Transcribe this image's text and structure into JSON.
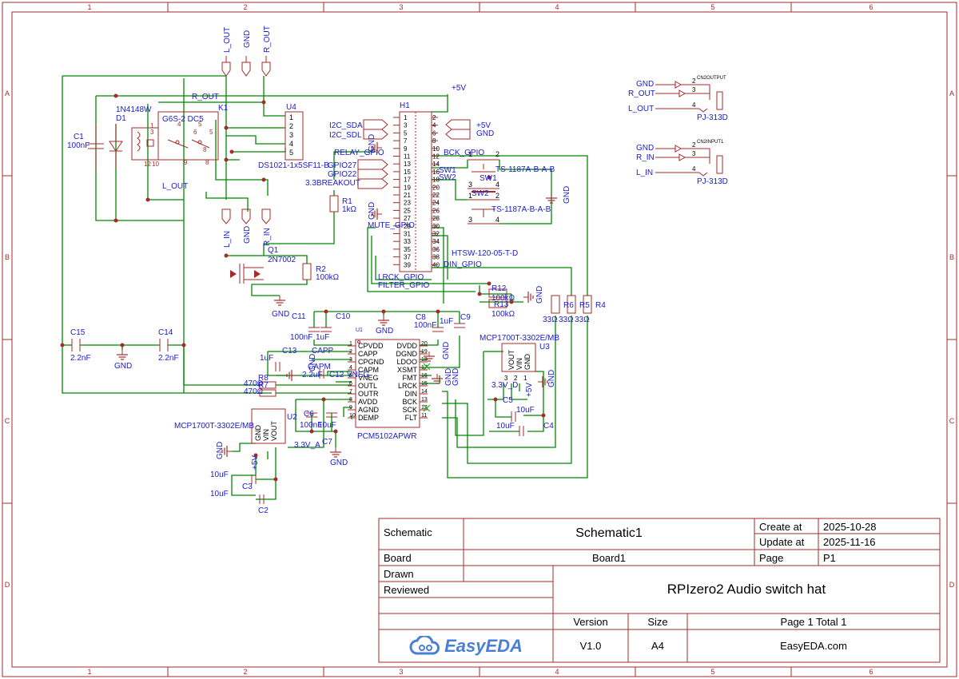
{
  "frame": {
    "columns": [
      "1",
      "2",
      "3",
      "4",
      "5",
      "6"
    ],
    "rows": [
      "A",
      "B",
      "C",
      "D"
    ]
  },
  "colors": {
    "wire": "#008800",
    "symbol": "#a52a2a",
    "label": "#1a1acc",
    "frame": "#a52a2a"
  },
  "components": {
    "d1": {
      "ref": "D1",
      "value": "1N4148W"
    },
    "c1": {
      "ref": "C1",
      "value": "100nF"
    },
    "k1": {
      "ref": "K1",
      "value": "G6S-2 DC5"
    },
    "u4": {
      "ref": "U4",
      "value": "DS1021-1x5SF11-B"
    },
    "h1": {
      "ref": "H1",
      "value": "HTSW-120-05-T-D"
    },
    "r1": {
      "ref": "R1",
      "value": "1kΩ"
    },
    "q1": {
      "ref": "Q1",
      "value": "2N7002"
    },
    "r2": {
      "ref": "R2",
      "value": "100kΩ"
    },
    "sw1": {
      "ref": "SW1",
      "value": "TS-1187A-B-A-B"
    },
    "sw2": {
      "ref": "SW2",
      "value": "TS-1187A-B-A-B"
    },
    "u1": {
      "ref": "U1",
      "value": "PCM5102APWR"
    },
    "u2": {
      "ref": "U2",
      "value": "MCP1700T-3302E/MB"
    },
    "u3": {
      "ref": "U3",
      "value": "MCP1700T-3302E/MB"
    },
    "r12": {
      "ref": "R12",
      "value": "100kΩ"
    },
    "r13": {
      "ref": "R13",
      "value": "100kΩ"
    },
    "r6": {
      "ref": "R6",
      "value": "33Ω"
    },
    "r5": {
      "ref": "R5",
      "value": "33Ω"
    },
    "r4": {
      "ref": "R4",
      "value": "33Ω"
    },
    "r8": {
      "ref": "R8",
      "value": "470Ω"
    },
    "r7": {
      "ref": "R7",
      "value": "470Ω"
    },
    "c15": {
      "ref": "C15",
      "value": "2.2nF"
    },
    "c14": {
      "ref": "C14",
      "value": "2.2nF"
    },
    "c11": {
      "ref": "C11",
      "value": "100nF"
    },
    "c10": {
      "ref": "C10",
      "value": "1uF"
    },
    "c13": {
      "ref": "C13",
      "value": "1uF"
    },
    "c12": {
      "ref": "C12",
      "value": "2.2uF"
    },
    "c8": {
      "ref": "C8",
      "value": "100nF"
    },
    "c9": {
      "ref": "C9",
      "value": "1uF"
    },
    "c6": {
      "ref": "C6",
      "value": "100nF"
    },
    "c7": {
      "ref": "C7",
      "value": "10uF"
    },
    "c5": {
      "ref": "C5",
      "value": "10uF"
    },
    "c4": {
      "ref": "C4",
      "value": "10uF"
    },
    "c3": {
      "ref": "C3",
      "value": "10uF"
    },
    "c2": {
      "ref": "C2",
      "value": "10uF"
    },
    "cn2out": {
      "ref": "CN2OUTPUT",
      "value": "PJ-313D"
    },
    "cn2in": {
      "ref": "CN2INPUT1",
      "value": "PJ-313D"
    }
  },
  "net_labels": {
    "l_out": "L_OUT",
    "r_out": "R_OUT",
    "l_in": "L_IN",
    "r_in": "R_IN",
    "gnd": "GND",
    "p5v": "+5V",
    "i2c_sda": "I2C_SDA",
    "i2c_sdl": "I2C_SDL",
    "relay_gpio": "RELAY_GPIO",
    "gpio27": "GPIO27",
    "gpio22": "GPIO22",
    "breakout": "3.3BREAKOUT",
    "mute_gpio": "MUTE_GPIO",
    "bck_gpio": "BCK_GPIO",
    "lrck_gpio": "LRCK_GPIO",
    "filter_gpio": "FILTER_GPIO",
    "din_gpio": "DIN_GPIO",
    "v33_a": "3.3V_A",
    "v33_d": "3.3V_D",
    "capp": "CAPP",
    "capm": "CAPM",
    "vneg": "VNEG"
  },
  "u1_pins_left": [
    {
      "n": "1",
      "name": "CPVDD"
    },
    {
      "n": "2",
      "name": "CAPP"
    },
    {
      "n": "3",
      "name": "CPGND"
    },
    {
      "n": "4",
      "name": "CAPM"
    },
    {
      "n": "5",
      "name": "VNEG"
    },
    {
      "n": "6",
      "name": "OUTL"
    },
    {
      "n": "7",
      "name": "OUTR"
    },
    {
      "n": "8",
      "name": "AVDD"
    },
    {
      "n": "9",
      "name": "AGND"
    },
    {
      "n": "10",
      "name": "DEMP"
    }
  ],
  "u1_pins_right": [
    {
      "n": "20",
      "name": "DVDD"
    },
    {
      "n": "19",
      "name": "DGND"
    },
    {
      "n": "18",
      "name": "LDOO"
    },
    {
      "n": "17",
      "name": "XSMT"
    },
    {
      "n": "16",
      "name": "FMT"
    },
    {
      "n": "15",
      "name": "LRCK"
    },
    {
      "n": "14",
      "name": "DIN"
    },
    {
      "n": "13",
      "name": "BCK"
    },
    {
      "n": "12",
      "name": "SCK"
    },
    {
      "n": "11",
      "name": "FLT"
    }
  ],
  "reg_pins": [
    "GND",
    "VIN",
    "VOUT"
  ],
  "jack_pins": [
    "2",
    "3",
    "4"
  ],
  "title_block": {
    "schematic_label": "Schematic",
    "schematic_value": "Schematic1",
    "create_at_label": "Create at",
    "create_at_value": "2025-10-28",
    "update_at_label": "Update at",
    "update_at_value": "2025-11-16",
    "board_label": "Board",
    "board_value": "Board1",
    "page_label": "Page",
    "page_value": "P1",
    "drawn_label": "Drawn",
    "reviewed_label": "Reviewed",
    "project_title": "RPIzero2 Audio switch hat",
    "version_label": "Version",
    "size_label": "Size",
    "page_total": "Page 1 Total 1",
    "version_value": "V1.0",
    "size_value": "A4",
    "website": "EasyEDA.com",
    "logo_text": "EasyEDA"
  }
}
